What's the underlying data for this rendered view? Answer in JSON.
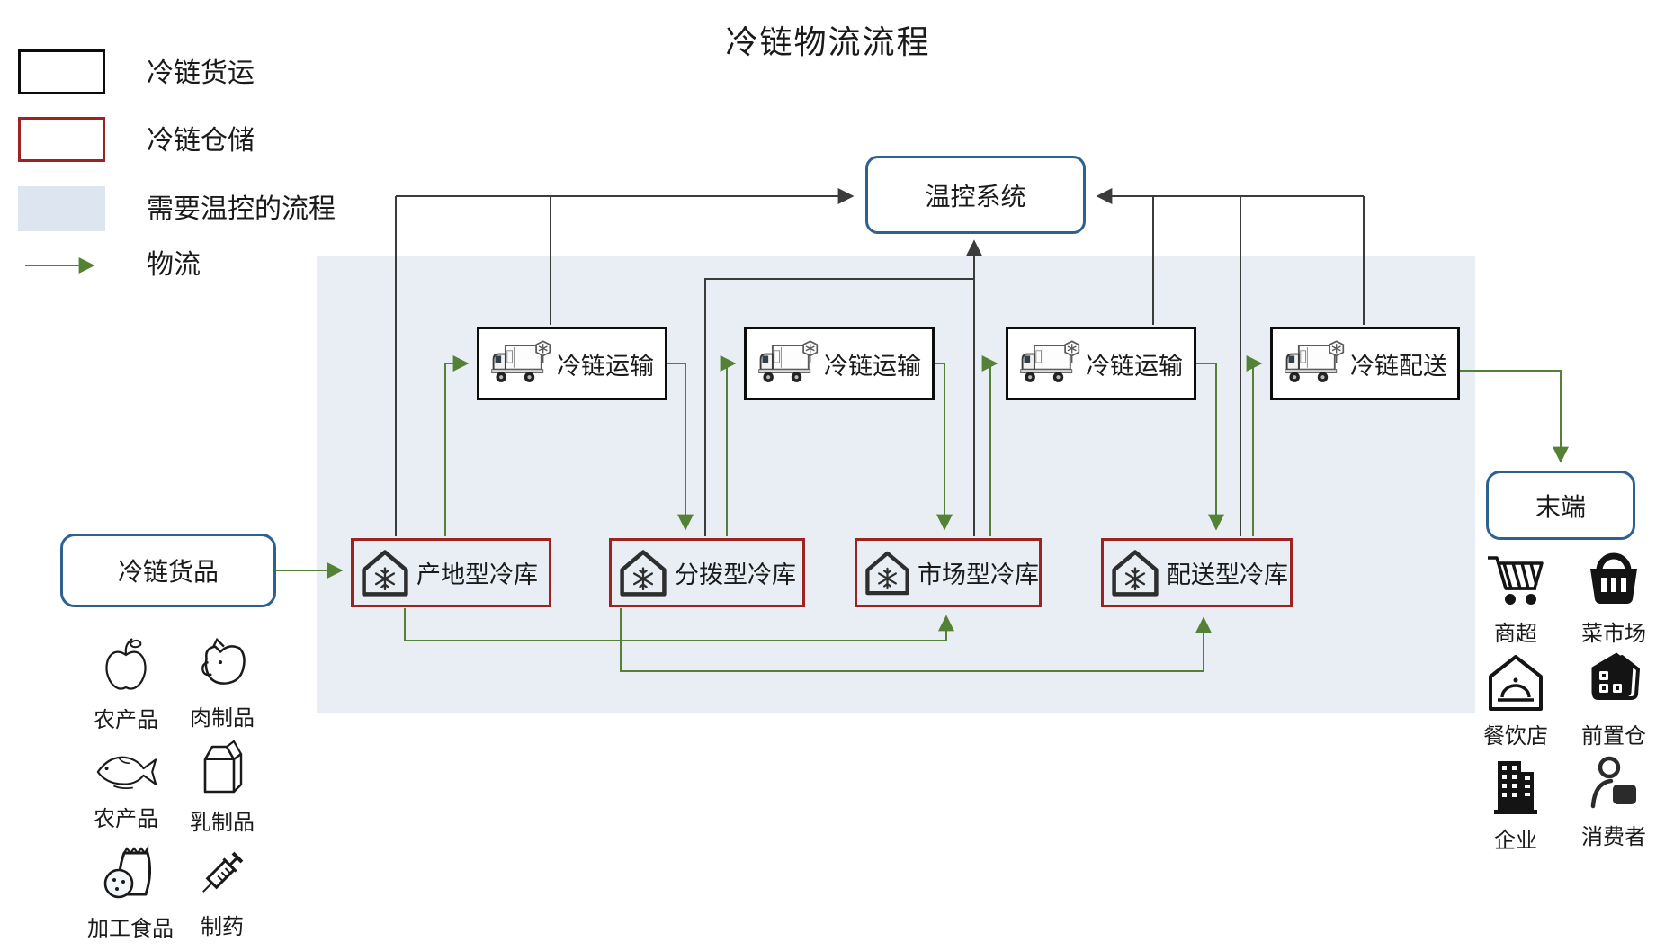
{
  "title": "冷链物流流程",
  "legend": {
    "items": [
      {
        "swatch": "black-outline-rect",
        "label": "冷链货运"
      },
      {
        "swatch": "red-outline-rect",
        "label": "冷链仓储"
      },
      {
        "swatch": "blue-filled-rect",
        "label": "需要温控的流程"
      },
      {
        "swatch": "green-arrow",
        "label": "物流"
      }
    ]
  },
  "nodes": {
    "temp_control": {
      "label": "温控系统"
    },
    "goods": {
      "label": "冷链货品"
    },
    "terminal": {
      "label": "末端"
    },
    "transports": [
      {
        "label": "冷链运输",
        "icon": "refrigerated-truck-icon"
      },
      {
        "label": "冷链运输",
        "icon": "refrigerated-truck-icon"
      },
      {
        "label": "冷链运输",
        "icon": "refrigerated-truck-icon"
      },
      {
        "label": "冷链配送",
        "icon": "refrigerated-truck-icon"
      }
    ],
    "warehouses": [
      {
        "label": "产地型冷库",
        "icon": "snowflake-house-icon"
      },
      {
        "label": "分拨型冷库",
        "icon": "snowflake-house-icon"
      },
      {
        "label": "市场型冷库",
        "icon": "snowflake-house-icon"
      },
      {
        "label": "配送型冷库",
        "icon": "snowflake-house-icon"
      }
    ]
  },
  "goods_types": [
    {
      "icon": "apple-icon",
      "label": "农产品"
    },
    {
      "icon": "pig-icon",
      "label": "肉制品"
    },
    {
      "icon": "fish-icon",
      "label": "农产品"
    },
    {
      "icon": "milk-icon",
      "label": "乳制品"
    },
    {
      "icon": "snack-icon",
      "label": "加工食品"
    },
    {
      "icon": "syringe-icon",
      "label": "制药"
    }
  ],
  "destinations": [
    {
      "icon": "cart-icon",
      "label": "商超"
    },
    {
      "icon": "basket-icon",
      "label": "菜市场"
    },
    {
      "icon": "restaurant-icon",
      "label": "餐饮店"
    },
    {
      "icon": "front-warehouse-icon",
      "label": "前置仓"
    },
    {
      "icon": "building-icon",
      "label": "企业"
    },
    {
      "icon": "consumer-icon",
      "label": "消费者"
    }
  ],
  "colors": {
    "flow_green": "#538135",
    "control_line_black": "#3B3B3B",
    "warehouse_red": "#9B2423",
    "accent_blue": "#2E6090",
    "temp_zone_fill": "#E8EEF3"
  }
}
